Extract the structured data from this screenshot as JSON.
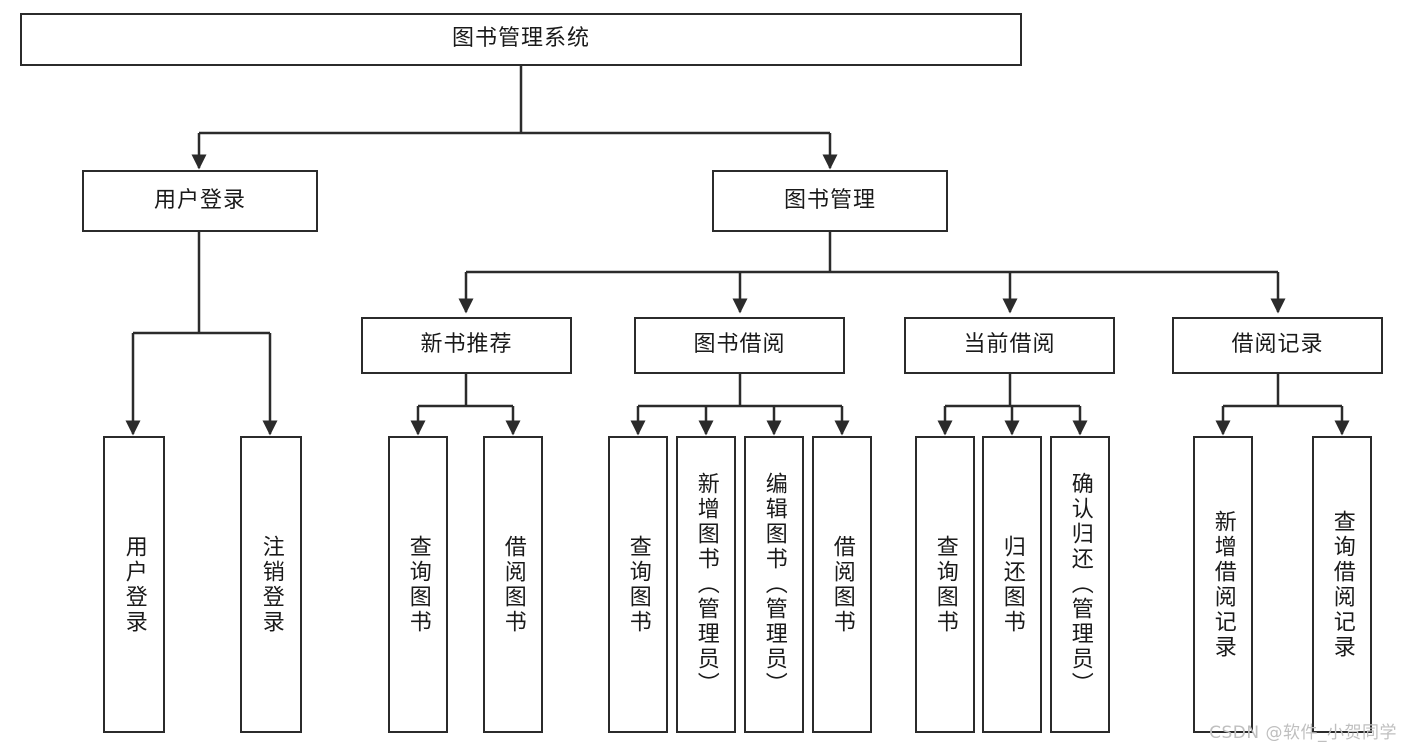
{
  "diagram": {
    "type": "tree",
    "title": "图书管理系统",
    "root": {
      "label": "图书管理系统"
    },
    "level1": [
      {
        "label": "用户登录"
      },
      {
        "label": "图书管理"
      }
    ],
    "level2": [
      {
        "label": "新书推荐"
      },
      {
        "label": "图书借阅"
      },
      {
        "label": "当前借阅"
      },
      {
        "label": "借阅记录"
      }
    ],
    "leaves": {
      "user_login": [
        {
          "label": "用户登录"
        },
        {
          "label": "注销登录"
        }
      ],
      "new_book_recommend": [
        {
          "label": "查询图书"
        },
        {
          "label": "借阅图书"
        }
      ],
      "book_borrow": [
        {
          "label": "查询图书"
        },
        {
          "label": "新增图书（管理员）"
        },
        {
          "label": "编辑图书（管理员）"
        },
        {
          "label": "借阅图书"
        }
      ],
      "current_borrow": [
        {
          "label": "查询图书"
        },
        {
          "label": "归还图书"
        },
        {
          "label": "确认归还（管理员）"
        }
      ],
      "borrow_record": [
        {
          "label": "新增借阅记录"
        },
        {
          "label": "查询借阅记录"
        }
      ]
    }
  },
  "watermark": {
    "text": "CSDN @软件_小贺同学"
  },
  "colors": {
    "stroke": "#2b2b2b",
    "fill": "#ffffff",
    "text": "#1a1a1a",
    "watermark": "#bfbfbf"
  }
}
